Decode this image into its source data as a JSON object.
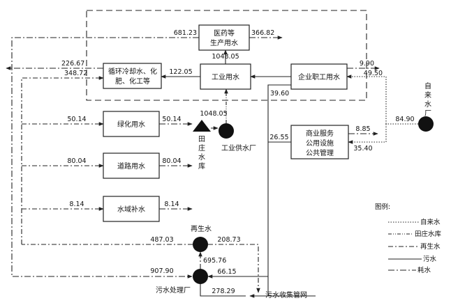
{
  "nodes": {
    "medical": [
      "医药等",
      "生产用水"
    ],
    "cooling": [
      "循环冷却水、化",
      "肥、化工等"
    ],
    "industrial": "工业用水",
    "staff": "企业职工用水",
    "greening": "绿化用水",
    "road": "道路用水",
    "waterbody": "水域补水",
    "commercial": [
      "商业服务",
      "公用设施",
      "公共管理"
    ]
  },
  "sources": {
    "tianzhuang": [
      "田",
      "庄",
      "水",
      "库"
    ],
    "industrial_plant": "工业供水厂",
    "tap_plant": [
      "自",
      "来",
      "水",
      "厂"
    ],
    "reclaimed": "再生水",
    "sewage_plant": "污水处理厂",
    "sewer_network": "污水收集管网"
  },
  "flows": {
    "f681": "681.23",
    "f366": "366.82",
    "f1048a": "1048.05",
    "f226": "226.67",
    "f348": "348.72",
    "f122": "122.05",
    "f990": "9.90",
    "f4950": "49.50",
    "f3960": "39.60",
    "f5014a": "50.14",
    "f5014b": "50.14",
    "f1048b": "1048.05",
    "f8004a": "80.04",
    "f8004b": "80.04",
    "f814a": "8.14",
    "f814b": "8.14",
    "f2655": "26.55",
    "f885": "8.85",
    "f3540": "35.40",
    "f8490": "84.90",
    "f48703": "487.03",
    "f20873": "208.73",
    "f69576": "695.76",
    "f90790": "907.90",
    "f6615": "66.15",
    "f27829": "278.29"
  },
  "legend": {
    "title": "图例:",
    "items": [
      "自来水",
      "田庄水库",
      "再生水",
      "污水",
      "耗水"
    ]
  }
}
